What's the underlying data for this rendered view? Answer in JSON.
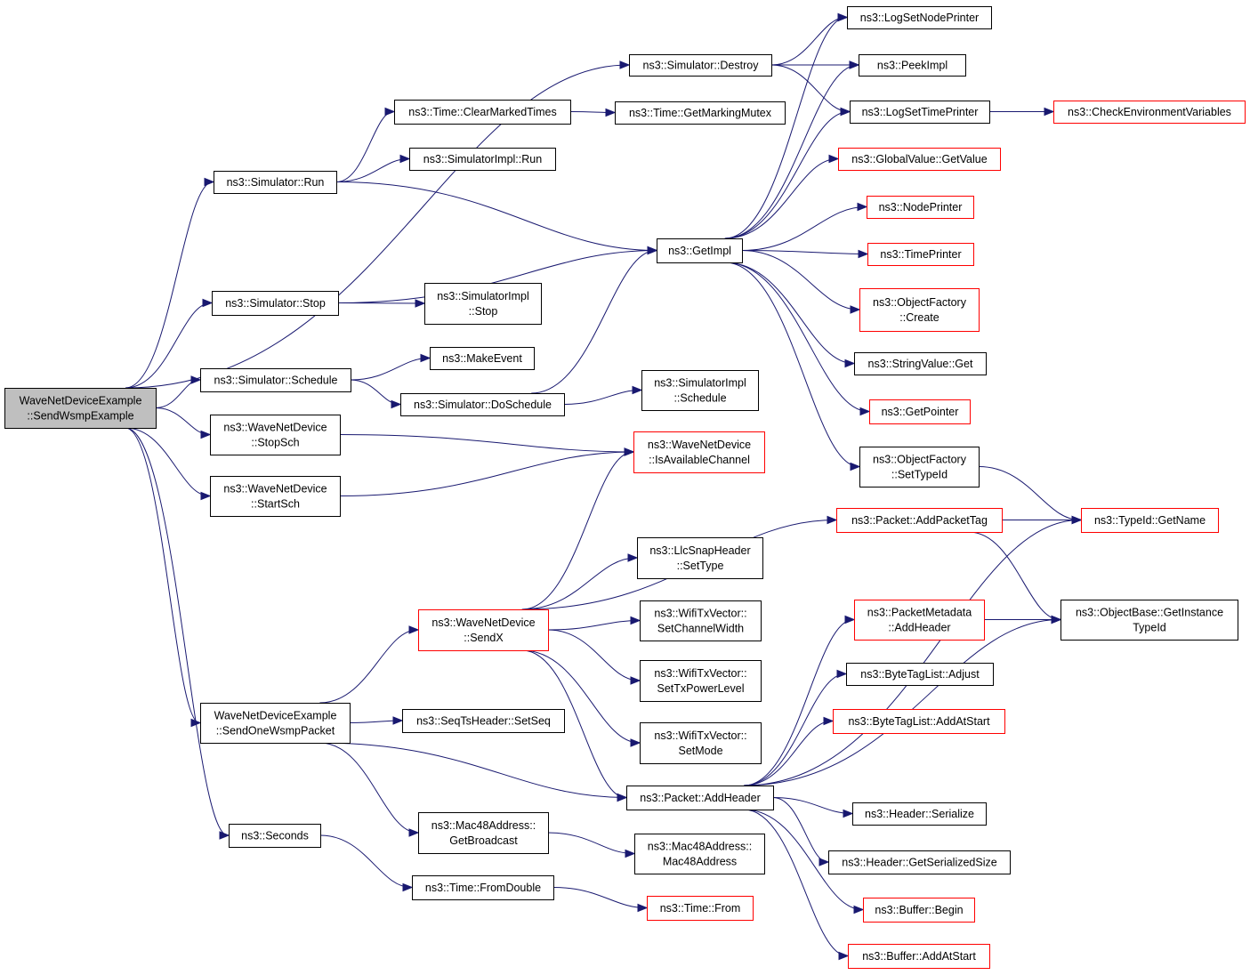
{
  "colors": {
    "edge": "#191970",
    "missing_border": "#ff0000",
    "root_fill": "#bfbfbf"
  },
  "nodes": [
    {
      "id": "root",
      "lines": [
        "WaveNetDeviceExample",
        "::SendWsmpExample"
      ],
      "style": "root"
    },
    {
      "id": "destroy",
      "lines": [
        "ns3::Simulator::Destroy"
      ],
      "style": "normal"
    },
    {
      "id": "logsetnode",
      "lines": [
        "ns3::LogSetNodePrinter"
      ],
      "style": "normal"
    },
    {
      "id": "peekimpl",
      "lines": [
        "ns3::PeekImpl"
      ],
      "style": "normal"
    },
    {
      "id": "logsettime",
      "lines": [
        "ns3::LogSetTimePrinter"
      ],
      "style": "normal"
    },
    {
      "id": "checkenv",
      "lines": [
        "ns3::CheckEnvironmentVariables"
      ],
      "style": "red"
    },
    {
      "id": "clearmarked",
      "lines": [
        "ns3::Time::ClearMarkedTimes"
      ],
      "style": "normal"
    },
    {
      "id": "getmarkingmutex",
      "lines": [
        "ns3::Time::GetMarkingMutex"
      ],
      "style": "normal"
    },
    {
      "id": "simrun",
      "lines": [
        "ns3::Simulator::Run"
      ],
      "style": "normal"
    },
    {
      "id": "simimplrun",
      "lines": [
        "ns3::SimulatorImpl::Run"
      ],
      "style": "normal"
    },
    {
      "id": "globalvalue",
      "lines": [
        "ns3::GlobalValue::GetValue"
      ],
      "style": "red"
    },
    {
      "id": "getimpl",
      "lines": [
        "ns3::GetImpl"
      ],
      "style": "normal"
    },
    {
      "id": "nodeprinter",
      "lines": [
        "ns3::NodePrinter"
      ],
      "style": "red"
    },
    {
      "id": "timeprinter",
      "lines": [
        "ns3::TimePrinter"
      ],
      "style": "red"
    },
    {
      "id": "simstop",
      "lines": [
        "ns3::Simulator::Stop"
      ],
      "style": "normal"
    },
    {
      "id": "simimplstop",
      "lines": [
        "ns3::SimulatorImpl",
        "::Stop"
      ],
      "style": "normal"
    },
    {
      "id": "objfactcreate",
      "lines": [
        "ns3::ObjectFactory",
        "::Create"
      ],
      "style": "red"
    },
    {
      "id": "makeevent",
      "lines": [
        "ns3::MakeEvent"
      ],
      "style": "normal"
    },
    {
      "id": "stringvalueget",
      "lines": [
        "ns3::StringValue::Get"
      ],
      "style": "normal"
    },
    {
      "id": "simschedule",
      "lines": [
        "ns3::Simulator::Schedule"
      ],
      "style": "normal"
    },
    {
      "id": "simimplschedule",
      "lines": [
        "ns3::SimulatorImpl",
        "::Schedule"
      ],
      "style": "normal"
    },
    {
      "id": "doschedule",
      "lines": [
        "ns3::Simulator::DoSchedule"
      ],
      "style": "normal"
    },
    {
      "id": "getpointer",
      "lines": [
        "ns3::GetPointer"
      ],
      "style": "red"
    },
    {
      "id": "stopsch",
      "lines": [
        "ns3::WaveNetDevice",
        "::StopSch"
      ],
      "style": "normal"
    },
    {
      "id": "isavailable",
      "lines": [
        "ns3::WaveNetDevice",
        "::IsAvailableChannel"
      ],
      "style": "red"
    },
    {
      "id": "objfactsettypeid",
      "lines": [
        "ns3::ObjectFactory",
        "::SetTypeId"
      ],
      "style": "normal"
    },
    {
      "id": "startsch",
      "lines": [
        "ns3::WaveNetDevice",
        "::StartSch"
      ],
      "style": "normal"
    },
    {
      "id": "addpackettag",
      "lines": [
        "ns3::Packet::AddPacketTag"
      ],
      "style": "red"
    },
    {
      "id": "typeidgetname",
      "lines": [
        "ns3::TypeId::GetName"
      ],
      "style": "red"
    },
    {
      "id": "llcsettype",
      "lines": [
        "ns3::LlcSnapHeader",
        "::SetType"
      ],
      "style": "normal"
    },
    {
      "id": "sendx",
      "lines": [
        "ns3::WaveNetDevice",
        "::SendX"
      ],
      "style": "red"
    },
    {
      "id": "setchannelwidth",
      "lines": [
        "ns3::WifiTxVector::",
        "SetChannelWidth"
      ],
      "style": "normal"
    },
    {
      "id": "pktmetaaddheader",
      "lines": [
        "ns3::PacketMetadata",
        "::AddHeader"
      ],
      "style": "red"
    },
    {
      "id": "getinstancetypeid",
      "lines": [
        "ns3::ObjectBase::GetInstance",
        "TypeId"
      ],
      "style": "normal"
    },
    {
      "id": "bytetagadjust",
      "lines": [
        "ns3::ByteTagList::Adjust"
      ],
      "style": "normal"
    },
    {
      "id": "settxpower",
      "lines": [
        "ns3::WifiTxVector::",
        "SetTxPowerLevel"
      ],
      "style": "normal"
    },
    {
      "id": "sendonewsmp",
      "lines": [
        "WaveNetDeviceExample",
        "::SendOneWsmpPacket"
      ],
      "style": "normal"
    },
    {
      "id": "setseq",
      "lines": [
        "ns3::SeqTsHeader::SetSeq"
      ],
      "style": "normal"
    },
    {
      "id": "bytetagaddatstart",
      "lines": [
        "ns3::ByteTagList::AddAtStart"
      ],
      "style": "red"
    },
    {
      "id": "setmode",
      "lines": [
        "ns3::WifiTxVector::",
        "SetMode"
      ],
      "style": "normal"
    },
    {
      "id": "pktaddheader",
      "lines": [
        "ns3::Packet::AddHeader"
      ],
      "style": "normal"
    },
    {
      "id": "headerserialize",
      "lines": [
        "ns3::Header::Serialize"
      ],
      "style": "normal"
    },
    {
      "id": "seconds",
      "lines": [
        "ns3::Seconds"
      ],
      "style": "normal"
    },
    {
      "id": "getbroadcast",
      "lines": [
        "ns3::Mac48Address::",
        "GetBroadcast"
      ],
      "style": "normal"
    },
    {
      "id": "mac48address",
      "lines": [
        "ns3::Mac48Address::",
        "Mac48Address"
      ],
      "style": "normal"
    },
    {
      "id": "getserializedsize",
      "lines": [
        "ns3::Header::GetSerializedSize"
      ],
      "style": "normal"
    },
    {
      "id": "fromdouble",
      "lines": [
        "ns3::Time::FromDouble"
      ],
      "style": "normal"
    },
    {
      "id": "timefrom",
      "lines": [
        "ns3::Time::From"
      ],
      "style": "red"
    },
    {
      "id": "bufferbegin",
      "lines": [
        "ns3::Buffer::Begin"
      ],
      "style": "red"
    },
    {
      "id": "bufferaddatstart",
      "lines": [
        "ns3::Buffer::AddAtStart"
      ],
      "style": "red"
    }
  ],
  "edges": [
    [
      "root",
      "destroy"
    ],
    [
      "root",
      "simrun"
    ],
    [
      "root",
      "simstop"
    ],
    [
      "root",
      "simschedule"
    ],
    [
      "root",
      "stopsch"
    ],
    [
      "root",
      "startsch"
    ],
    [
      "root",
      "sendonewsmp"
    ],
    [
      "root",
      "seconds"
    ],
    [
      "destroy",
      "logsetnode"
    ],
    [
      "destroy",
      "peekimpl"
    ],
    [
      "destroy",
      "logsettime"
    ],
    [
      "logsettime",
      "checkenv"
    ],
    [
      "clearmarked",
      "getmarkingmutex"
    ],
    [
      "simrun",
      "clearmarked"
    ],
    [
      "simrun",
      "simimplrun"
    ],
    [
      "simrun",
      "getimpl"
    ],
    [
      "getimpl",
      "logsetnode"
    ],
    [
      "getimpl",
      "peekimpl"
    ],
    [
      "getimpl",
      "logsettime"
    ],
    [
      "getimpl",
      "globalvalue"
    ],
    [
      "getimpl",
      "nodeprinter"
    ],
    [
      "getimpl",
      "timeprinter"
    ],
    [
      "getimpl",
      "objfactcreate"
    ],
    [
      "getimpl",
      "stringvalueget"
    ],
    [
      "getimpl",
      "getpointer"
    ],
    [
      "getimpl",
      "objfactsettypeid"
    ],
    [
      "simstop",
      "getimpl"
    ],
    [
      "simstop",
      "simimplstop"
    ],
    [
      "simschedule",
      "makeevent"
    ],
    [
      "simschedule",
      "doschedule"
    ],
    [
      "doschedule",
      "getimpl"
    ],
    [
      "doschedule",
      "simimplschedule"
    ],
    [
      "stopsch",
      "isavailable"
    ],
    [
      "startsch",
      "isavailable"
    ],
    [
      "objfactsettypeid",
      "typeidgetname"
    ],
    [
      "addpackettag",
      "typeidgetname"
    ],
    [
      "addpackettag",
      "getinstancetypeid"
    ],
    [
      "sendx",
      "isavailable"
    ],
    [
      "sendx",
      "addpackettag"
    ],
    [
      "sendx",
      "llcsettype"
    ],
    [
      "sendx",
      "setchannelwidth"
    ],
    [
      "sendx",
      "settxpower"
    ],
    [
      "sendx",
      "setmode"
    ],
    [
      "sendx",
      "pktaddheader"
    ],
    [
      "pktmetaaddheader",
      "getinstancetypeid"
    ],
    [
      "sendonewsmp",
      "sendx"
    ],
    [
      "sendonewsmp",
      "setseq"
    ],
    [
      "sendonewsmp",
      "pktaddheader"
    ],
    [
      "sendonewsmp",
      "getbroadcast"
    ],
    [
      "pktaddheader",
      "typeidgetname"
    ],
    [
      "pktaddheader",
      "pktmetaaddheader"
    ],
    [
      "pktaddheader",
      "bytetagadjust"
    ],
    [
      "pktaddheader",
      "bytetagaddatstart"
    ],
    [
      "pktaddheader",
      "headerserialize"
    ],
    [
      "pktaddheader",
      "getserializedsize"
    ],
    [
      "pktaddheader",
      "bufferbegin"
    ],
    [
      "pktaddheader",
      "bufferaddatstart"
    ],
    [
      "pktaddheader",
      "getinstancetypeid"
    ],
    [
      "getbroadcast",
      "mac48address"
    ],
    [
      "seconds",
      "fromdouble"
    ],
    [
      "fromdouble",
      "timefrom"
    ]
  ]
}
